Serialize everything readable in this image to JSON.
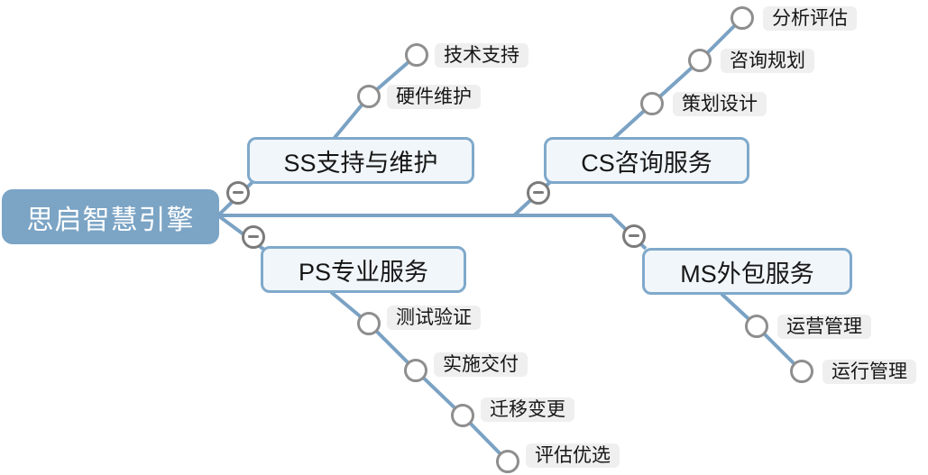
{
  "root": {
    "label": "思启智慧引擎"
  },
  "branches": [
    {
      "label": "SS支持与维护",
      "children": [
        "技术支持",
        "硬件维护"
      ]
    },
    {
      "label": "CS咨询服务",
      "children": [
        "分析评估",
        "咨询规划",
        "策划设计"
      ]
    },
    {
      "label": "PS专业服务",
      "children": [
        "测试验证",
        "实施交付",
        "迁移变更",
        "评估优选"
      ]
    },
    {
      "label": "MS外包服务",
      "children": [
        "运营管理",
        "运行管理"
      ]
    }
  ],
  "icons": {
    "collapse": "minus-icon",
    "leaf_marker": "circle-icon"
  },
  "colors": {
    "root_fill": "#7BA4C5",
    "root_text": "#FFFFFF",
    "branch_border": "#7FA9CB",
    "branch_fill": "#F1F6FA",
    "connector": "#7AA2C4",
    "leaf_chip_bg": "#EFEFEF",
    "leaf_circle_border": "#8E8E8E",
    "collapse_icon_gray": "#7B7B7B",
    "text": "#161616"
  }
}
